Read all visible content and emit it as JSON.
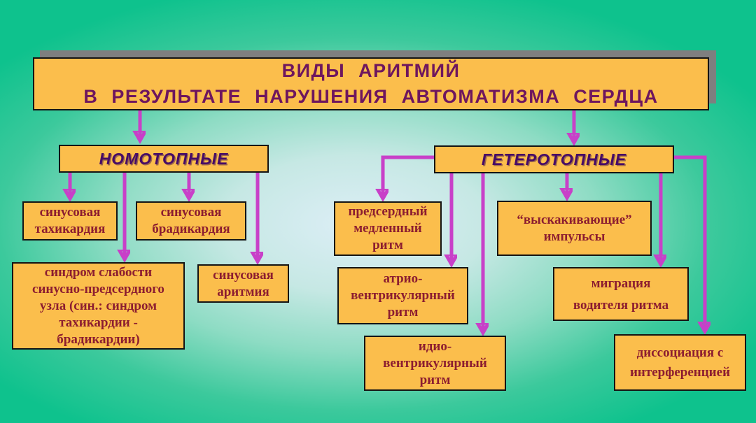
{
  "slide": {
    "title": "ВИДЫ АРИТМИЙ\nВ РЕЗУЛЬТАТЕ НАРУШЕНИЯ АВТОМАТИЗМА СЕРДЦА"
  },
  "branches": {
    "nomotopic": {
      "label": "НОМОТОПНЫЕ",
      "children": [
        {
          "label": "синусовая\nтахикардия"
        },
        {
          "label": "синусовая\nбрадикардия"
        },
        {
          "label": "синдром слабости\nсинусно-предсердного\nузла (син.: синдром\nтахикардии -\nбрадикардии)"
        },
        {
          "label": "синусовая\nаритмия"
        }
      ]
    },
    "heterotopic": {
      "label": "ГЕТЕРОТОПНЫЕ",
      "children": [
        {
          "label": "предсердный\nмедленный\nритм"
        },
        {
          "label": "“выскакивающие”\nимпульсы"
        },
        {
          "label": "атрио-\nвентрикулярный\nритм"
        },
        {
          "label": "миграция\nводителя ритма"
        },
        {
          "label": "идио-\nвентрикулярный\nритм"
        },
        {
          "label": "диссоциация с\nинтерференцией"
        }
      ]
    }
  },
  "colors": {
    "background_edge": "#0ec28d",
    "background_center": "#dceef6",
    "box_fill": "#fbbe4c",
    "box_border": "#141414",
    "title_text": "#6e165e",
    "branch_text": "#470c66",
    "node_text": "#8c1d30",
    "arrow": "#c840c8",
    "title_shadow": "#7f7f7f"
  }
}
